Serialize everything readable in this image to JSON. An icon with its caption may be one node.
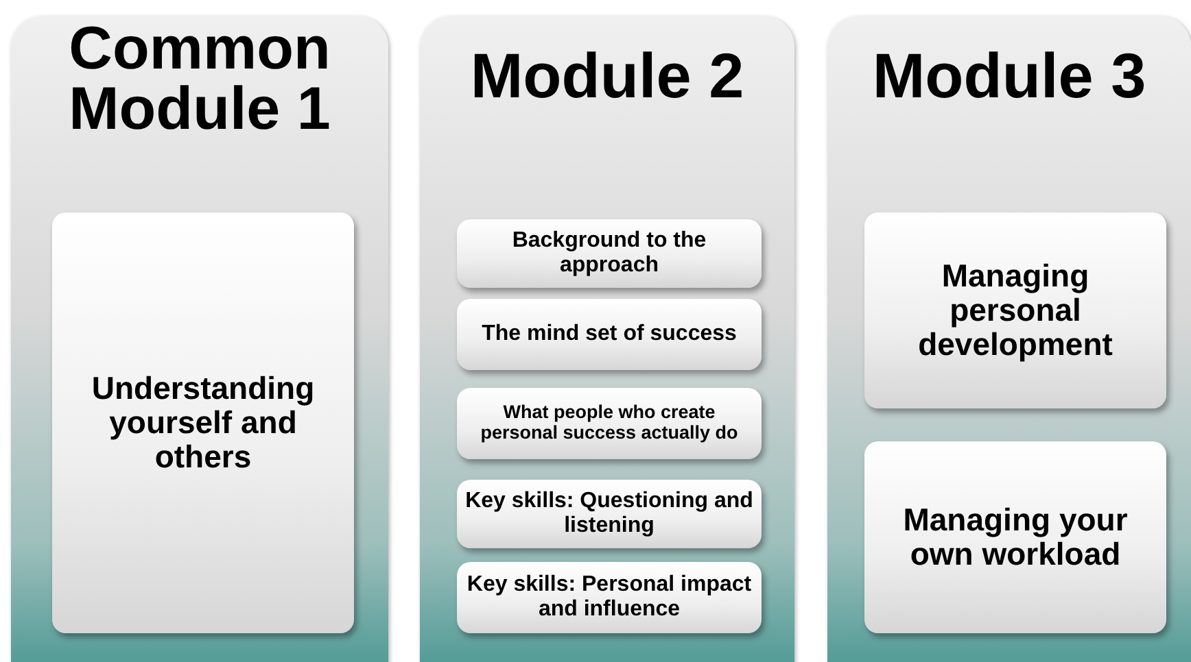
{
  "diagram": {
    "nodes": [
      {
        "text": [
          "Common Module 1"
        ]
      },
      {
        "text": [
          "Understanding yourself and others"
        ],
        "in": 0
      },
      {
        "text": [
          "Module 2"
        ]
      },
      {
        "text": [
          "Background to the approach"
        ],
        "in": 2
      },
      {
        "text": [
          "The mind set of success"
        ],
        "in": 2
      },
      {
        "text": [
          "What people who create personal success actually do"
        ],
        "in": 2
      },
      {
        "text": [
          "Key skills: Questioning and listening"
        ],
        "in": 2
      },
      {
        "text": [
          "Key skills: Personal impact and influence"
        ],
        "in": 2
      },
      {
        "text": [
          "Module 3"
        ]
      },
      {
        "text": [
          "Managing personal development"
        ],
        "in": 8
      },
      {
        "text": [
          "Managing your own workload"
        ],
        "in": 8
      }
    ]
  }
}
